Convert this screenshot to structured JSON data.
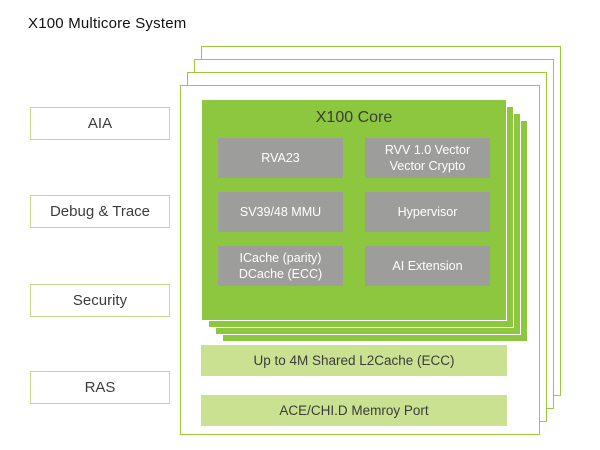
{
  "title": "X100 Multicore System",
  "side_items": [
    {
      "label": "AIA"
    },
    {
      "label": "Debug & Trace"
    },
    {
      "label": "Security"
    },
    {
      "label": "RAS"
    }
  ],
  "core": {
    "title": "X100 Core",
    "features": [
      {
        "label": "RVA23"
      },
      {
        "label": "RVV 1.0 Vector\nVector Crypto"
      },
      {
        "label": "SV39/48 MMU"
      },
      {
        "label": "Hypervisor"
      },
      {
        "label": "ICache (parity)\nDCache (ECC)"
      },
      {
        "label": "AI Extension"
      }
    ]
  },
  "bars": [
    {
      "label": "Up to 4M Shared L2Cache (ECC)"
    },
    {
      "label": "ACE/CHI.D Memroy Port"
    }
  ],
  "colors": {
    "core_green": "#8DC63F",
    "bar_green": "#C9E190",
    "feature_gray": "#9D9D9C",
    "outline_green": "#9ACA3C",
    "text_dark": "#3C3C3B"
  }
}
